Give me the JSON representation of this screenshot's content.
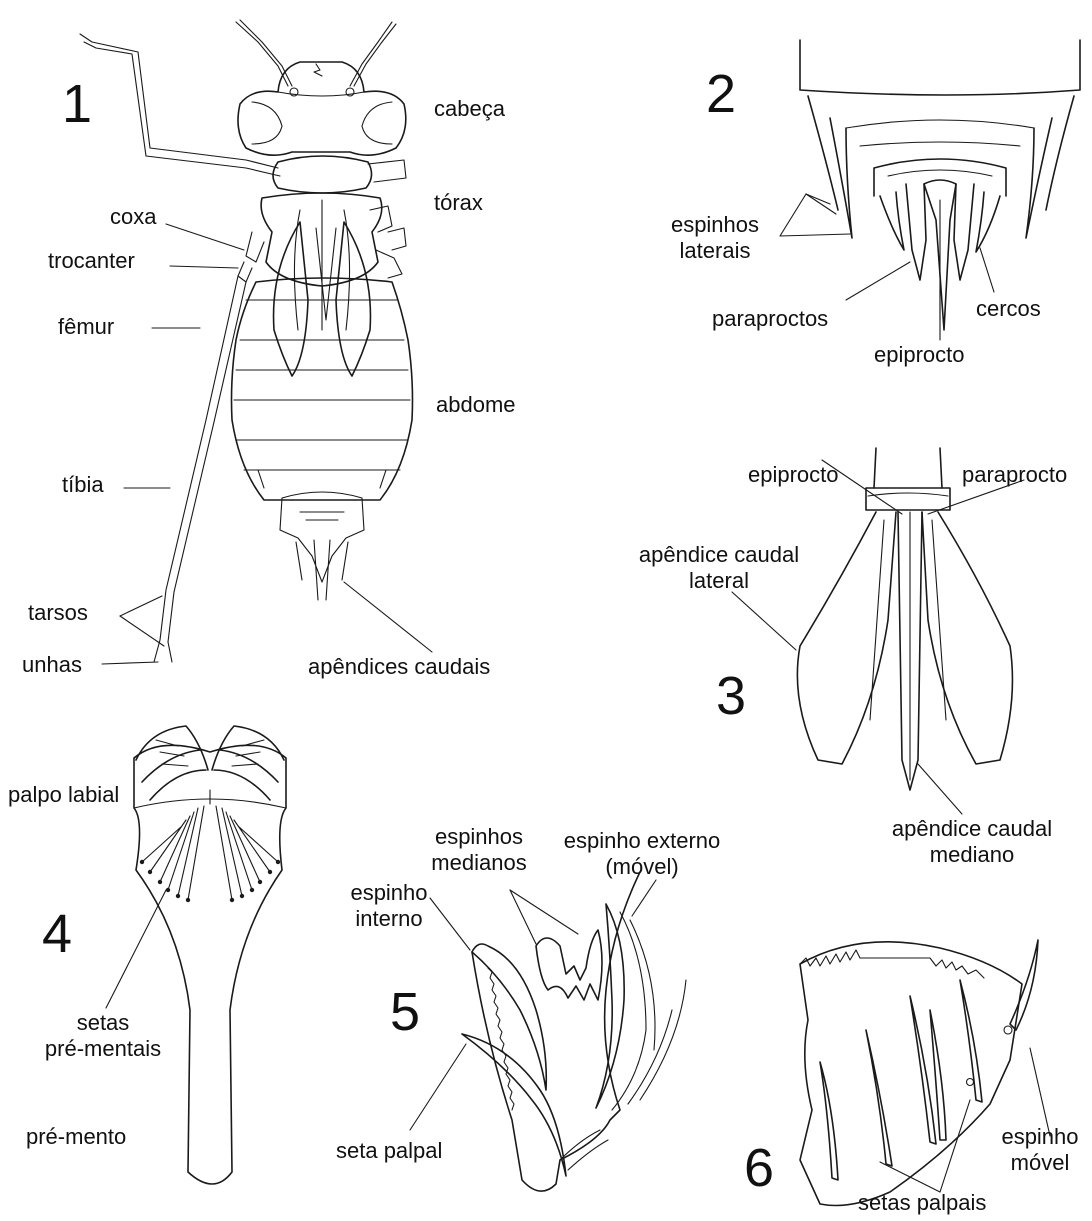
{
  "figures": {
    "f1": {
      "number": "1",
      "labels": {
        "cabeca": "cabeça",
        "torax": "tórax",
        "abdome": "abdome",
        "coxa": "coxa",
        "trocanter": "trocanter",
        "femur": "fêmur",
        "tibia": "tíbia",
        "tarsos": "tarsos",
        "unhas": "unhas",
        "apendices_caudais": "apêndices caudais"
      }
    },
    "f2": {
      "number": "2",
      "labels": {
        "espinhos_laterais_1": "espinhos",
        "espinhos_laterais_2": "laterais",
        "paraproctos": "paraproctos",
        "cercos": "cercos",
        "epiprocto": "epiprocto"
      }
    },
    "f3": {
      "number": "3",
      "labels": {
        "epiprocto": "epiprocto",
        "paraprocto": "paraprocto",
        "apendice_lateral_1": "apêndice caudal",
        "apendice_lateral_2": "lateral",
        "apendice_mediano_1": "apêndice caudal",
        "apendice_mediano_2": "mediano"
      }
    },
    "f4": {
      "number": "4",
      "labels": {
        "palpo_labial": "palpo labial",
        "setas_1": "setas",
        "setas_2": "pré-mentais",
        "pre_mento": "pré-mento"
      }
    },
    "f5": {
      "number": "5",
      "labels": {
        "espinhos_medianos_1": "espinhos",
        "espinhos_medianos_2": "medianos",
        "espinho_externo_1": "espinho externo",
        "espinho_externo_2": "(móvel)",
        "espinho_interno_1": "espinho",
        "espinho_interno_2": "interno",
        "seta_palpal": "seta palpal"
      }
    },
    "f6": {
      "number": "6",
      "labels": {
        "espinho_movel_1": "espinho",
        "espinho_movel_2": "móvel",
        "setas_palpais": "setas palpais"
      }
    }
  }
}
